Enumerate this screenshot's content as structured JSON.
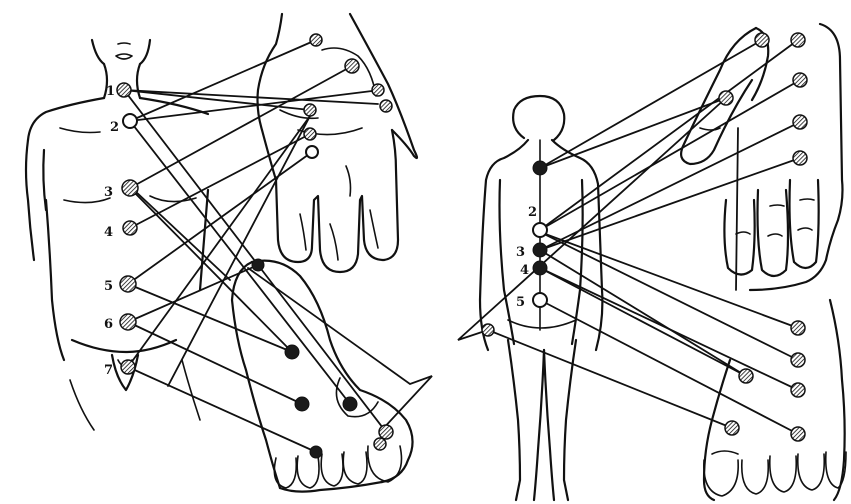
{
  "front_figure": {
    "numbers": [
      "1",
      "2",
      "3",
      "4",
      "5",
      "6",
      "7"
    ]
  },
  "back_figure": {
    "numbers": [
      "2",
      "3",
      "4",
      "5"
    ]
  }
}
